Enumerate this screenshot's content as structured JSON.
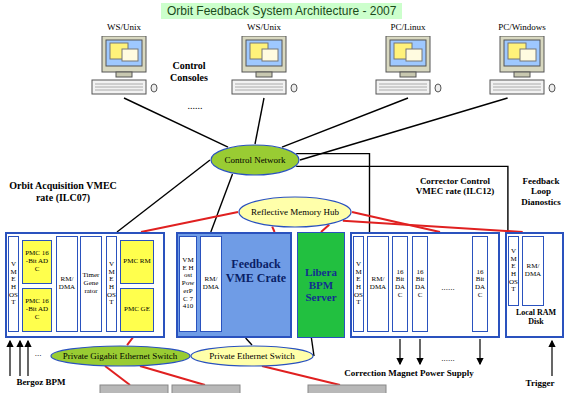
{
  "diagram": {
    "title": "Orbit Feedback System Architecture - 2007",
    "nodes": [
      {
        "text": [
          "WS/Unix"
        ]
      },
      {
        "text": [
          "WS/Unix"
        ]
      },
      {
        "text": [
          "PC/Linux"
        ]
      },
      {
        "text": [
          "PC/Windows"
        ]
      },
      {
        "text": [
          "Control Network"
        ]
      },
      {
        "text": [
          "Reflective Memory Hub"
        ]
      },
      {
        "text": [
          "Orbit Acquisition VMEC rate (ILC07)"
        ]
      },
      {
        "text": [
          "VME HOST"
        ],
        "in": 6
      },
      {
        "text": [
          "PMC 16-Bit ADC"
        ],
        "in": 6
      },
      {
        "text": [
          "PMC 16-Bit ADC"
        ],
        "in": 6
      },
      {
        "text": [
          "RM/DMA"
        ],
        "in": 6
      },
      {
        "text": [
          "Timer Generator"
        ],
        "in": 6
      },
      {
        "text": [
          "VME HOST"
        ],
        "in": 6
      },
      {
        "text": [
          "PMC RM"
        ],
        "in": 6
      },
      {
        "text": [
          "PMC GE"
        ],
        "in": 6
      },
      {
        "text": [
          "Feedback VME Crate"
        ]
      },
      {
        "text": [
          "VME Host PowerPC 7410"
        ],
        "in": 15
      },
      {
        "text": [
          "RM/DMA"
        ],
        "in": 15
      },
      {
        "text": [
          "Libera BPM Server"
        ]
      },
      {
        "text": [
          "Corrector Control VMEC rate (ILC12)"
        ]
      },
      {
        "text": [
          "VME HOST"
        ],
        "in": 19
      },
      {
        "text": [
          "RM/DMA"
        ],
        "in": 19
      },
      {
        "text": [
          "16 Bit DAC"
        ],
        "in": 19
      },
      {
        "text": [
          "16 Bit DAC"
        ],
        "in": 19
      },
      {
        "text": [
          "16 Bit DAC"
        ],
        "in": 19
      },
      {
        "text": [
          "Feedback Loop Dianostics",
          "Local RAM Disk"
        ]
      },
      {
        "text": [
          "VME HOST"
        ],
        "in": 25
      },
      {
        "text": [
          "RM/DMA"
        ],
        "in": 25
      },
      {
        "text": [
          "Private Gigabit Ethernet Switch"
        ]
      },
      {
        "text": [
          "Private Ethernet Switch"
        ]
      }
    ],
    "edges": [
      {
        "from": 0,
        "to": 4,
        "arrow": "none"
      },
      {
        "from": 1,
        "to": 4,
        "arrow": "none"
      },
      {
        "from": 2,
        "to": 4,
        "arrow": "none"
      },
      {
        "from": 3,
        "to": 4,
        "arrow": "none"
      },
      {
        "from": 4,
        "to": 6,
        "arrow": "none"
      },
      {
        "from": 4,
        "to": 15,
        "arrow": "none"
      },
      {
        "from": 4,
        "to": 19,
        "arrow": "none"
      },
      {
        "from": 4,
        "to": 25,
        "arrow": "none"
      },
      {
        "from": 5,
        "to": 6,
        "arrow": "none"
      },
      {
        "from": 5,
        "to": 15,
        "arrow": "none"
      },
      {
        "from": 5,
        "to": 18,
        "arrow": "none"
      },
      {
        "from": 5,
        "to": 19,
        "arrow": "none"
      },
      {
        "from": 5,
        "to": 25,
        "arrow": "none"
      },
      {
        "from": 28,
        "to": 14,
        "arrow": "none"
      },
      {
        "from": 29,
        "to": 15,
        "arrow": "none"
      },
      {
        "from": 29,
        "to": 18,
        "arrow": "none"
      }
    ],
    "labels": [
      "Control Consoles",
      "......",
      "......",
      "...",
      "Bergoz BPM",
      "......",
      "Correction Magnet Power Supply",
      "Trigger"
    ]
  }
}
